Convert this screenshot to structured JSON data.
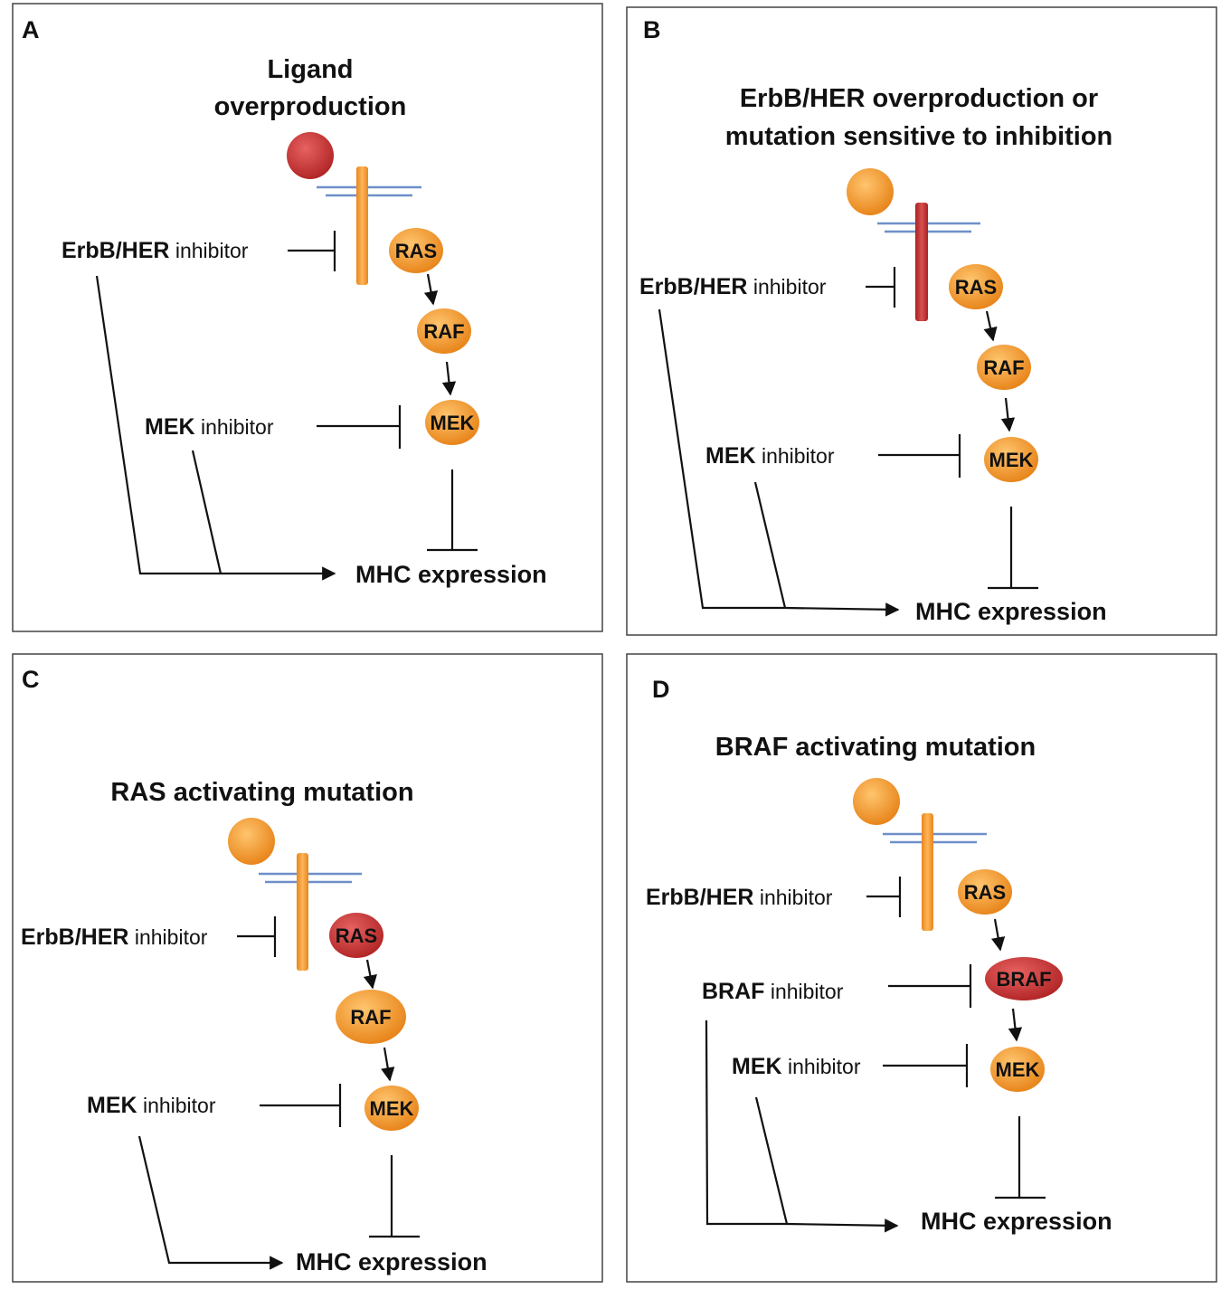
{
  "colors": {
    "orange_node": "#f39a2e",
    "red_node": "#c93636",
    "membrane": "#6f8fc8",
    "panel_border": "#444444"
  },
  "panels": [
    {
      "letter": "A",
      "title_lines": [
        "Ligand",
        "overproduction"
      ],
      "erbb_inhibitor": {
        "bold": "ErbB/HER",
        "light": " inhibitor"
      },
      "mek_inhibitor": {
        "bold": "MEK",
        "light": " inhibitor"
      },
      "nodes": [
        "RAS",
        "RAF",
        "MEK"
      ],
      "output": "MHC expression",
      "altered": "ligand"
    },
    {
      "letter": "B",
      "title_lines": [
        "ErbB/HER overproduction or",
        "mutation sensitive to inhibition"
      ],
      "erbb_inhibitor": {
        "bold": "ErbB/HER",
        "light": " inhibitor"
      },
      "mek_inhibitor": {
        "bold": "MEK",
        "light": " inhibitor"
      },
      "nodes": [
        "RAS",
        "RAF",
        "MEK"
      ],
      "output": "MHC expression",
      "altered": "receptor"
    },
    {
      "letter": "C",
      "title_lines": [
        "RAS activating mutation"
      ],
      "erbb_inhibitor": {
        "bold": "ErbB/HER",
        "light": " inhibitor"
      },
      "mek_inhibitor": {
        "bold": "MEK",
        "light": " inhibitor"
      },
      "nodes": [
        "RAS",
        "RAF",
        "MEK"
      ],
      "output": "MHC expression",
      "altered": "RAS"
    },
    {
      "letter": "D",
      "title_lines": [
        "BRAF activating mutation"
      ],
      "erbb_inhibitor": {
        "bold": "ErbB/HER",
        "light": " inhibitor"
      },
      "braf_inhibitor": {
        "bold": "BRAF",
        "light": " inhibitor"
      },
      "mek_inhibitor": {
        "bold": "MEK",
        "light": " inhibitor"
      },
      "nodes": [
        "RAS",
        "BRAF",
        "MEK"
      ],
      "output": "MHC expression",
      "altered": "BRAF"
    }
  ]
}
